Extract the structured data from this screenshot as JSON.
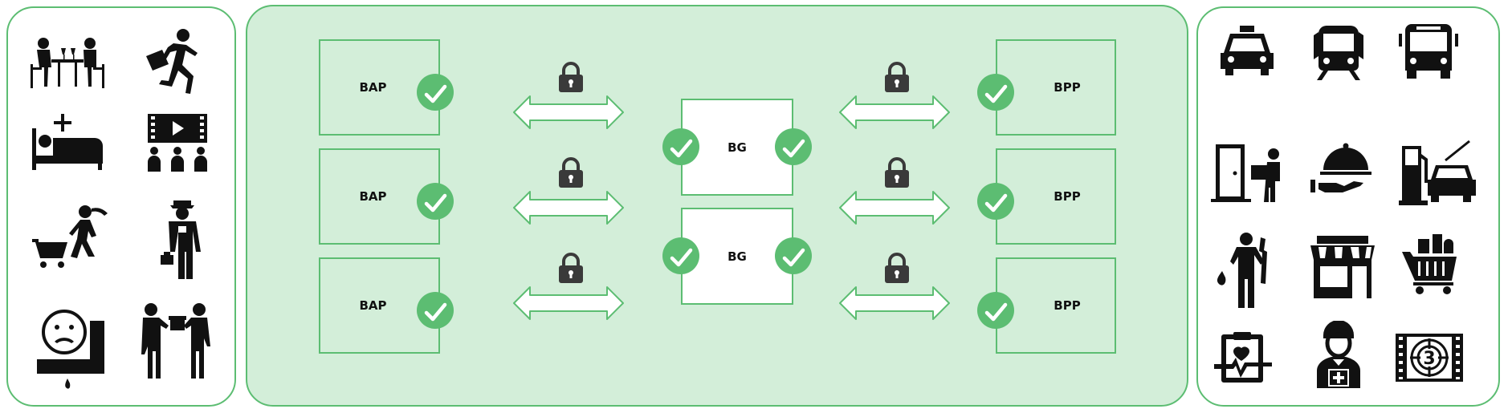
{
  "colors": {
    "accent_green": "#5cbd72",
    "panel_fill": "#d3eed9",
    "lock": "#3a3a3a",
    "icon": "#111111"
  },
  "network": {
    "bap_label": "BAP",
    "bg_label": "BG",
    "bpp_label": "BPP",
    "bap_count": 3,
    "bg_count": 2,
    "bpp_count": 3,
    "secure_links": 6
  },
  "left_icons": [
    "dining-couple-icon",
    "traveler-running-icon",
    "hotel-bed-icon",
    "cinema-audience-icon",
    "shopper-cart-icon",
    "service-worker-icon",
    "plumbing-leak-icon",
    "gift-exchange-icon"
  ],
  "right_icons": [
    "taxi-icon",
    "train-icon",
    "bus-icon",
    "door-delivery-icon",
    "food-service-icon",
    "fuel-car-icon",
    "repair-technician-icon",
    "storefront-icon",
    "grocery-cart-icon",
    "health-record-icon",
    "doctor-icon",
    "film-countdown-icon"
  ],
  "film_countdown_number": "3"
}
